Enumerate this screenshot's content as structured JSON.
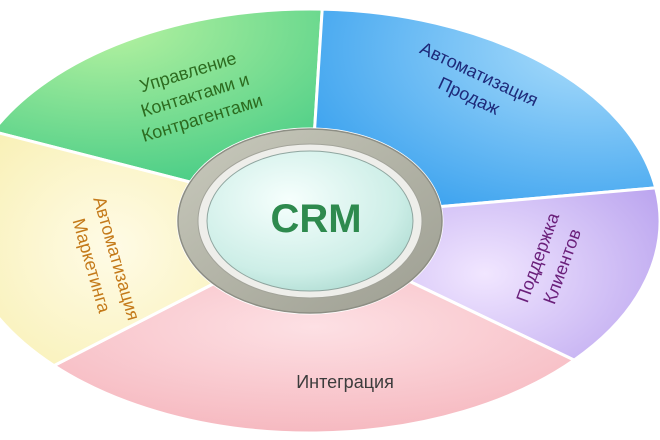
{
  "center": {
    "label": "CRM",
    "color": "#2e8a4e"
  },
  "segments": [
    {
      "id": "contacts",
      "lines": [
        "Управление",
        "Контактами и",
        "Контрагентами"
      ],
      "text_color": "#2c6b1f",
      "fill_light": "#b6f2a0",
      "fill_dark": "#4fcf88"
    },
    {
      "id": "sales",
      "lines": [
        "Автоматизация",
        "Продаж"
      ],
      "text_color": "#1e2a7a",
      "fill_light": "#a9dcfb",
      "fill_dark": "#3fa4ef"
    },
    {
      "id": "support",
      "lines": [
        "Поддержка",
        "Клиентов"
      ],
      "text_color": "#6a1f7a",
      "fill_light": "#f1e6ff",
      "fill_dark": "#b7a0ee"
    },
    {
      "id": "integration",
      "lines": [
        "Интеграция"
      ],
      "text_color": "#3c3c3c",
      "fill_light": "#fde0e4",
      "fill_dark": "#f4aeb6"
    },
    {
      "id": "marketing",
      "lines": [
        "Автоматизация",
        "Маркетинга"
      ],
      "text_color": "#c47a1a",
      "fill_light": "#fffbe6",
      "fill_dark": "#f6eda6"
    }
  ]
}
